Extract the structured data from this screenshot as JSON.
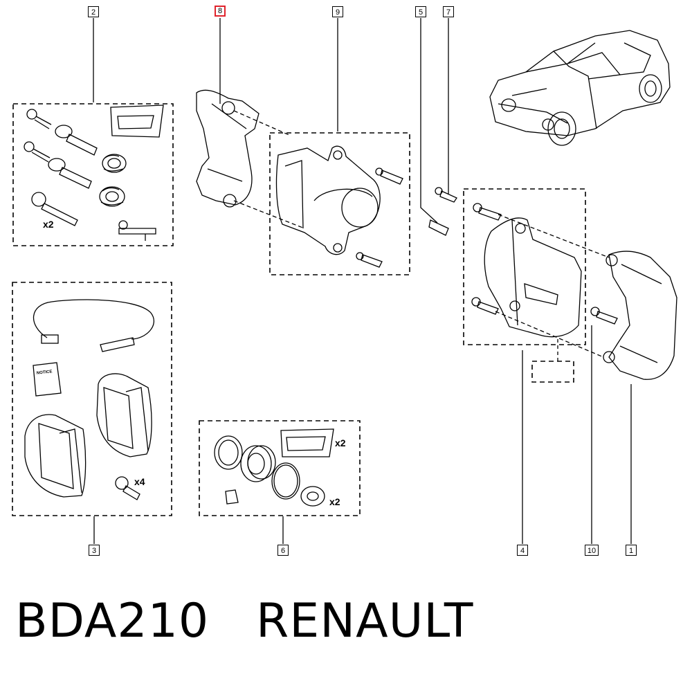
{
  "title": {
    "code": "BDA210",
    "brand": "RENAULT"
  },
  "callouts": {
    "c1": "1",
    "c2": "2",
    "c3": "3",
    "c4": "4",
    "c5": "5",
    "c6": "6",
    "c7": "7",
    "c8": "8",
    "c9": "9",
    "c10": "10"
  },
  "quantities": {
    "kit2_pins": "x2",
    "kit3_bolts": "x4",
    "kit6_grease": "x2",
    "kit6_bushes": "x2"
  },
  "notice_label": "NOTICE",
  "highlight_color": "#e0222b"
}
